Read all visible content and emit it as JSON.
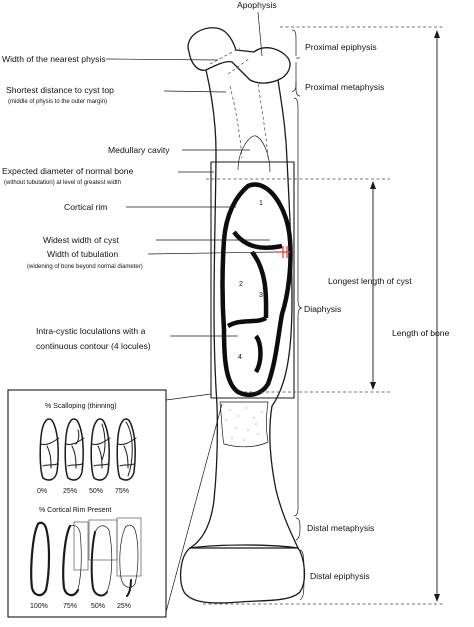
{
  "labels": {
    "apophysis": "Apophysis",
    "nearest_physis": "Width of the nearest physis",
    "shortest_distance": "Shortest distance to cyst top",
    "shortest_distance_sub": "(middle of physis to the outer margin)",
    "medullary_cavity": "Medullary cavity",
    "expected_diameter": "Expected diameter of normal bone",
    "expected_diameter_sub": "(without tubulation) at level of greatest width",
    "cortical_rim": "Cortical rim",
    "widest_width": "Widest width of cyst",
    "width_tubulation": "Width of tubulation",
    "width_tubulation_sub": "(widening of bone beyond normal diameter)",
    "loculations_1": "Intra-cystic loculations with a",
    "loculations_2": "continuous contour (4 locules)",
    "proximal_epiphysis": "Proximal epiphysis",
    "proximal_metaphysis": "Proximal metaphysis",
    "longest_length": "Longest length of cyst",
    "diaphysis": "Diaphysis",
    "length_of_bone": "Length of bone",
    "distal_metaphysis": "Distal metaphysis",
    "distal_epiphysis": "Distal epiphysis"
  },
  "locules": [
    "1",
    "2",
    "3",
    "4"
  ],
  "scalloping": {
    "title": "% Scalloping (thinning)",
    "values": [
      "0%",
      "25%",
      "50%",
      "75%"
    ]
  },
  "cortical_rim_present": {
    "title": "% Cortical Rim Present",
    "values": [
      "100%",
      "75%",
      "50%",
      "25%"
    ]
  },
  "colors": {
    "ink": "#1a1a1a",
    "highlight": "#e53935"
  }
}
